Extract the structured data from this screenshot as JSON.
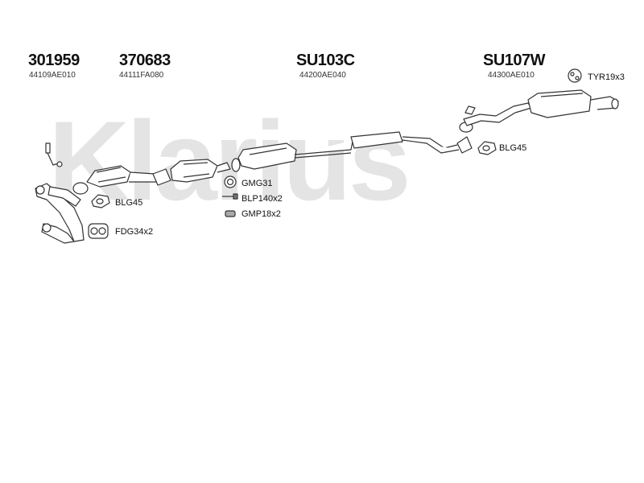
{
  "watermark": {
    "text": "Klarius",
    "color": "#e3e3e3"
  },
  "parts": [
    {
      "part_no": "301959",
      "oem_no": "44109AE010"
    },
    {
      "part_no": "370683",
      "oem_no": "44111FA080"
    },
    {
      "part_no": "SU103C",
      "oem_no": "44200AE040"
    },
    {
      "part_no": "SU107W",
      "oem_no": "44300AE010"
    }
  ],
  "accessories": {
    "tyr": "TYR19x3",
    "blg_rear": "BLG45",
    "blg_front": "BLG45",
    "fdg": "FDG34x2",
    "gmg": "GMG31",
    "blp": "BLP140x2",
    "gmp": "GMP18x2"
  }
}
